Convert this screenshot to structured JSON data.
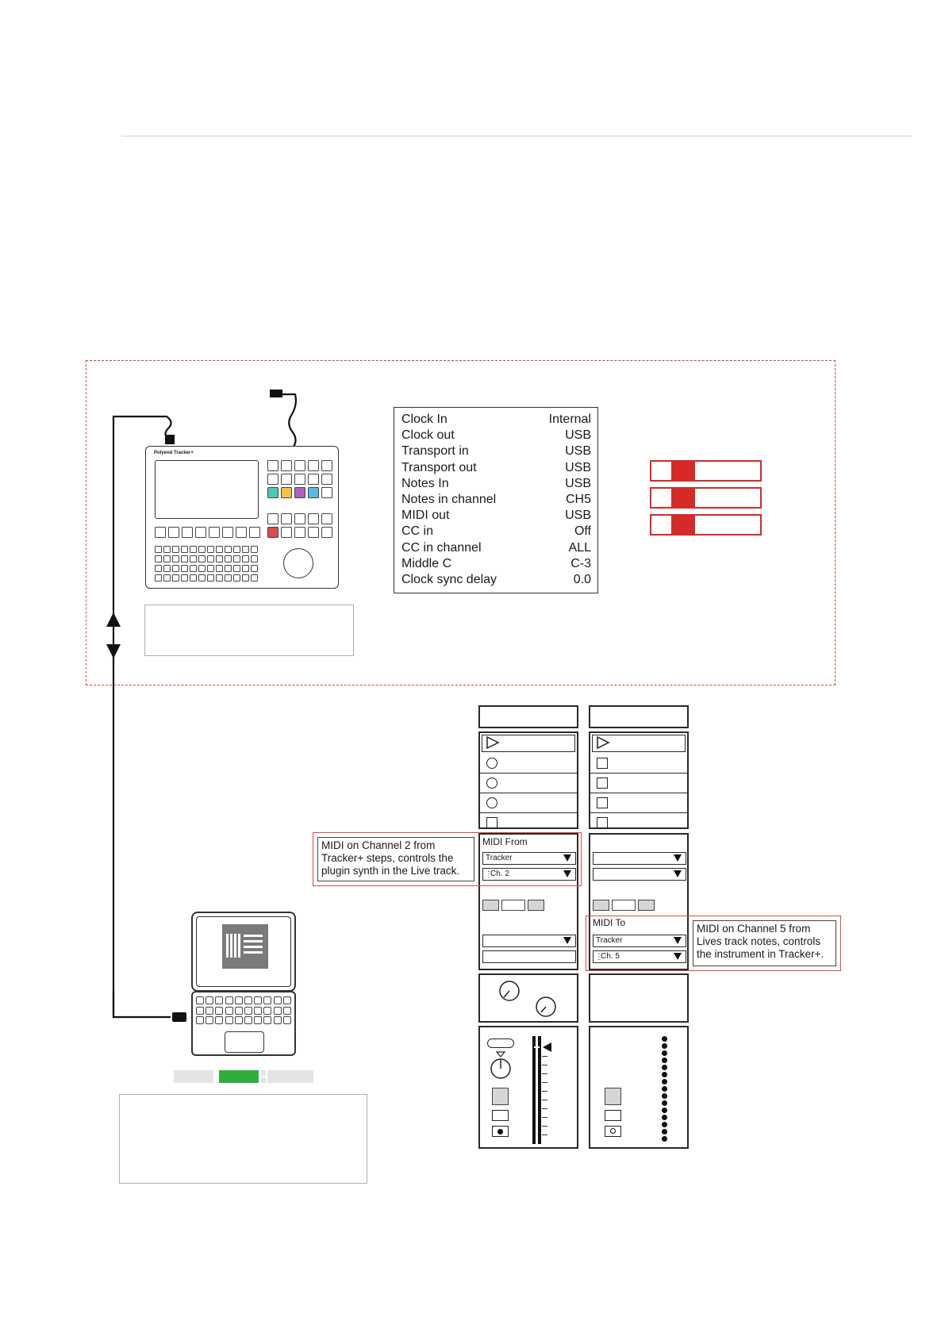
{
  "device": {
    "brand": "Polyend Tracker+"
  },
  "settings": {
    "rows": [
      {
        "label": "Clock In",
        "value": "Internal"
      },
      {
        "label": "Clock out",
        "value": "USB"
      },
      {
        "label": "Transport in",
        "value": "USB"
      },
      {
        "label": "Transport out",
        "value": "USB"
      },
      {
        "label": "Notes In",
        "value": "USB"
      },
      {
        "label": "Notes in channel",
        "value": "CH5"
      },
      {
        "label": "MIDI out",
        "value": "USB"
      },
      {
        "label": "CC in",
        "value": "Off"
      },
      {
        "label": "CC in channel",
        "value": "ALL"
      },
      {
        "label": "Middle C",
        "value": "C-3"
      },
      {
        "label": "Clock sync delay",
        "value": "0.0"
      }
    ]
  },
  "live_track_left": {
    "midi_from_label": "MIDI From",
    "input_select": "Tracker",
    "channel_select": "Ch. 2"
  },
  "live_track_right": {
    "midi_to_label": "MIDI To",
    "output_select": "Tracker",
    "channel_select": "Ch. 5"
  },
  "notes": {
    "left": "MIDI on Channel 2 from Tracker+ steps, controls the plugin synth in the Live track.",
    "right": "MIDI on Channel 5 from Lives track notes, controls the instrument in Tracker+."
  },
  "colors": {
    "accent_red": "#d62a2a",
    "dashed_frame": "#c94a3a",
    "green_status": "#2fae3f",
    "pad_teal": "#4fc7b6",
    "pad_yellow": "#f2c53d",
    "pad_purple": "#b25fc4",
    "pad_blue": "#57b9e6",
    "pad_red": "#e2474f"
  }
}
